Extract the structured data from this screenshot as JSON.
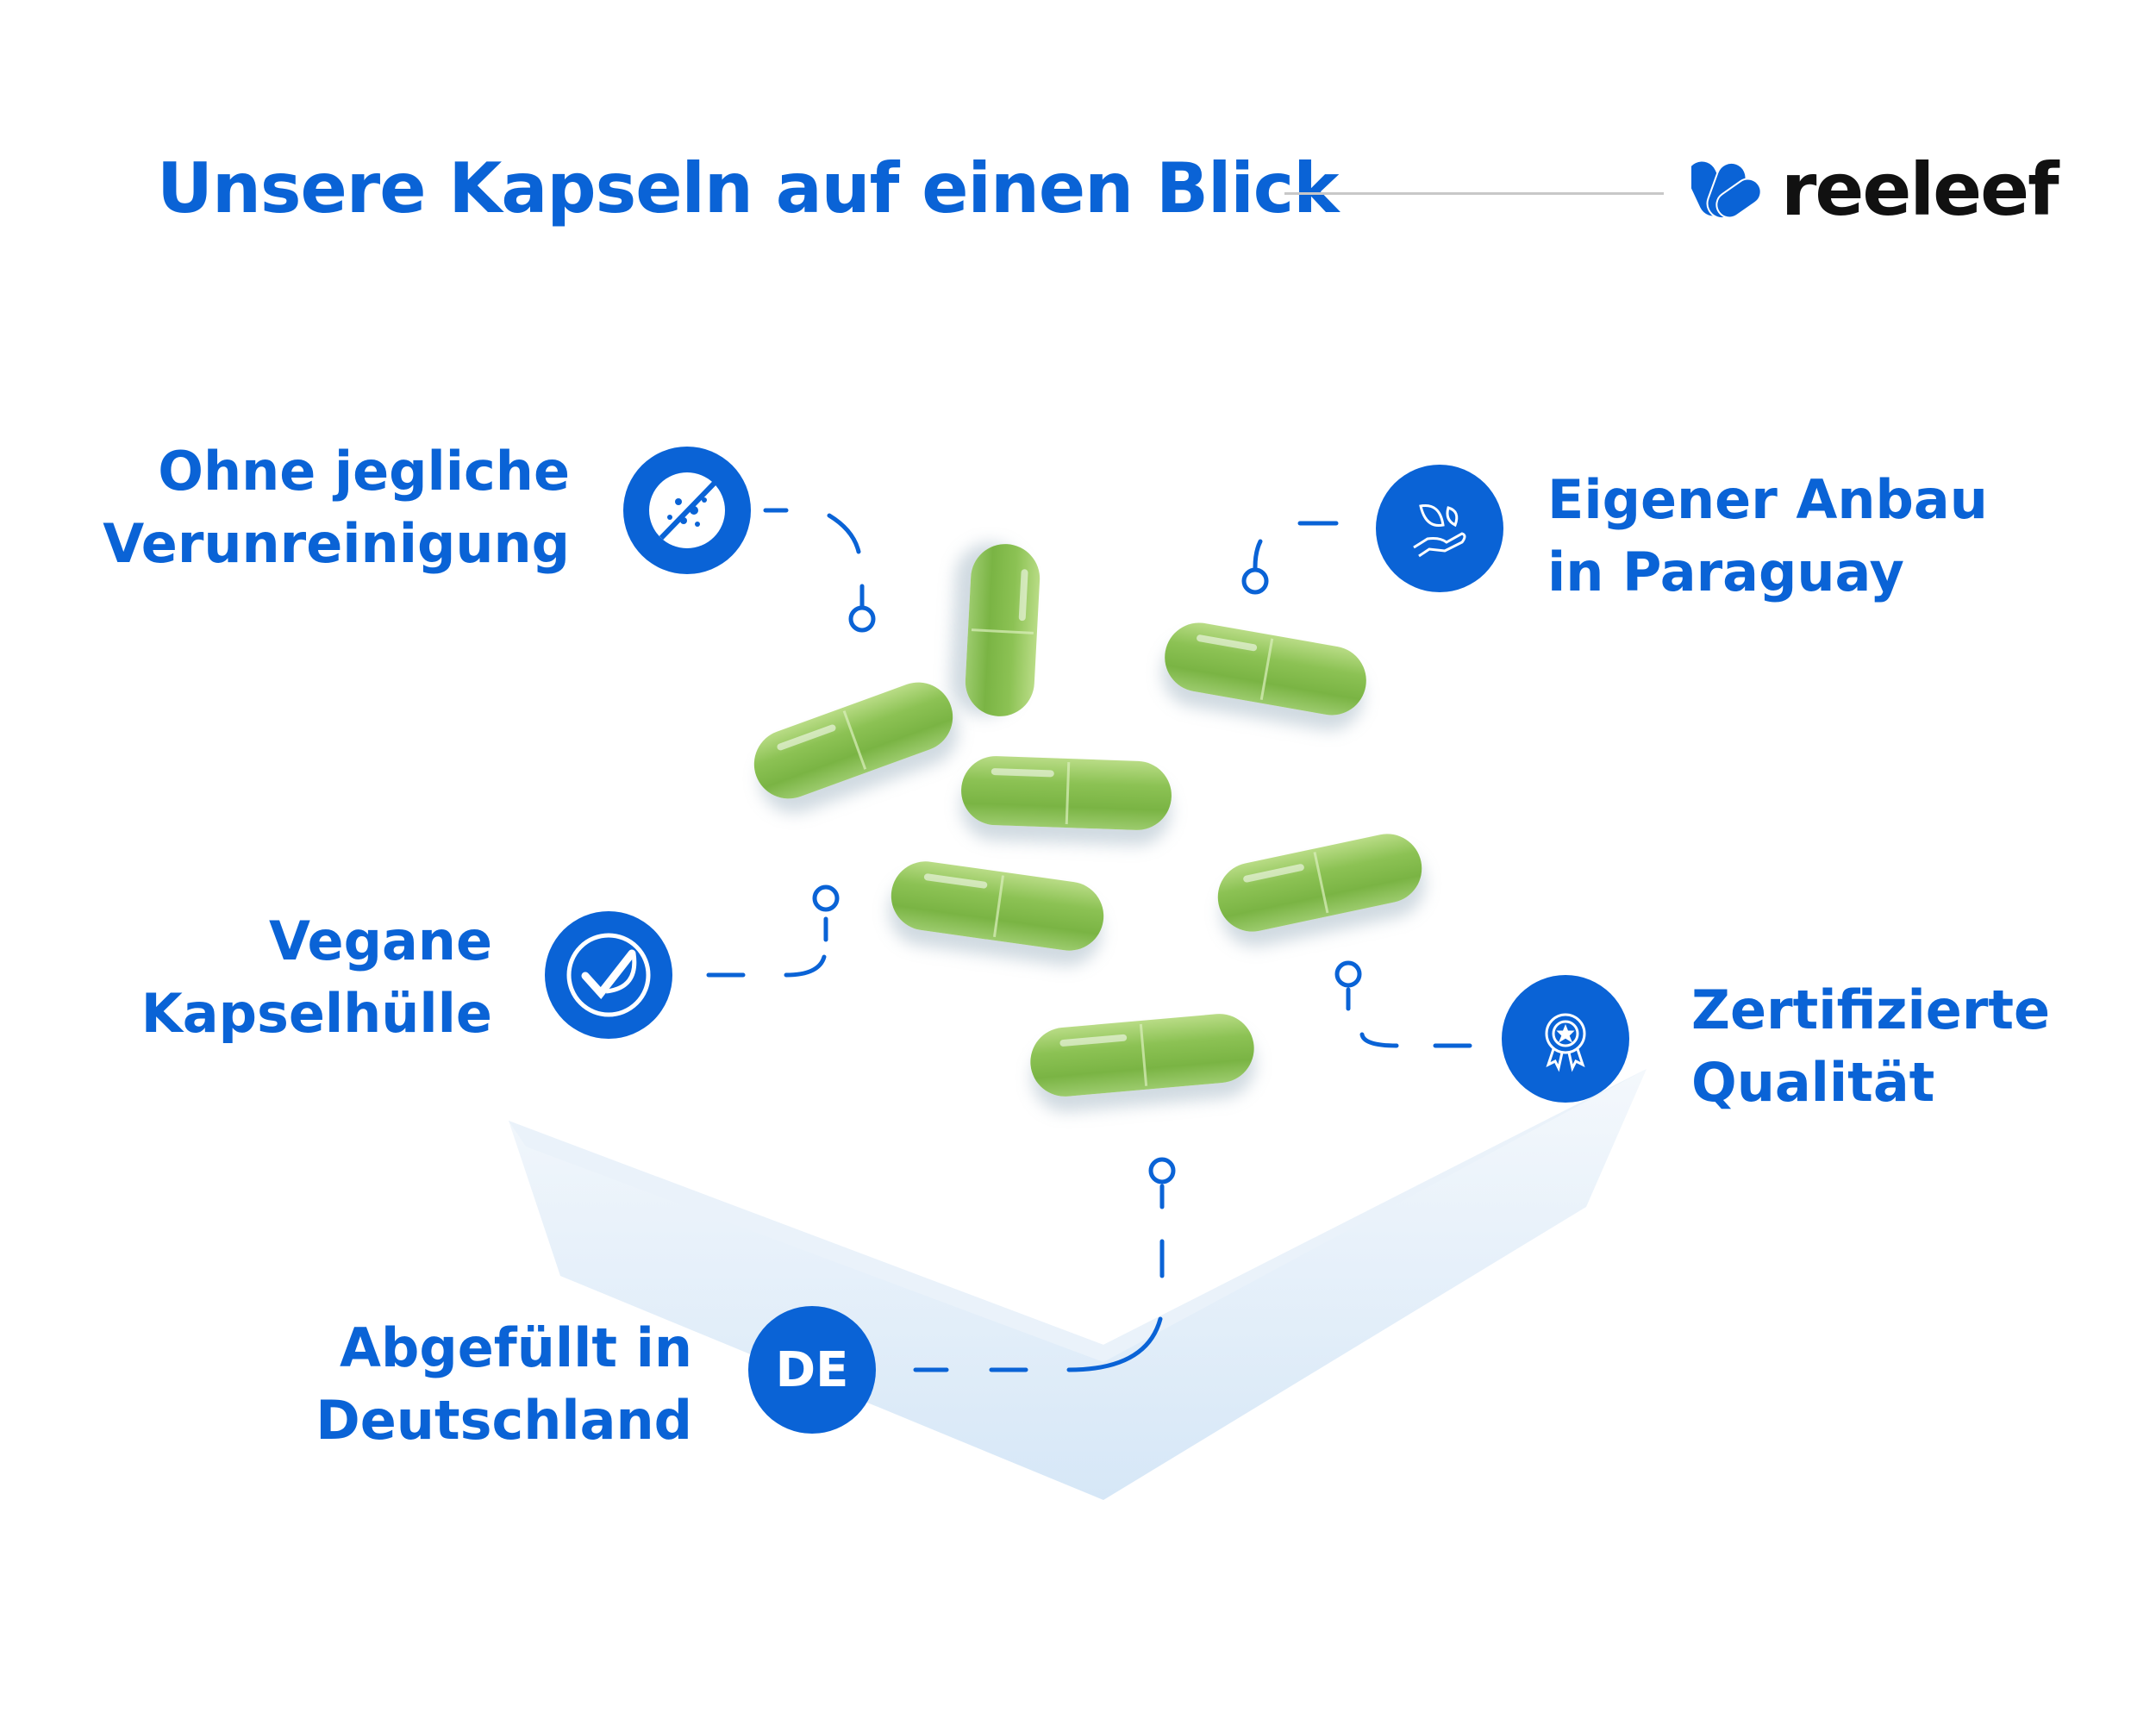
{
  "header": {
    "title": "Unsere Kapseln auf einen Blick",
    "brand": "reeleef"
  },
  "features": [
    {
      "line1": "Ohne jegliche",
      "line2": "Verunreinigung",
      "icon": "no-contaminants-icon"
    },
    {
      "line1": "Eigener Anbau",
      "line2": "in Paraguay",
      "icon": "hand-leaves-icon"
    },
    {
      "line1": "Vegane",
      "line2": "Kapselhülle",
      "icon": "vegan-leaf-check-icon"
    },
    {
      "line1": "Zertifizierte",
      "line2": "Qualität",
      "icon": "award-badge-icon"
    },
    {
      "line1": "Abgefüllt in",
      "line2": "Deutschland",
      "icon": "de-badge",
      "badge": "DE"
    }
  ],
  "colors": {
    "accent": "#0a63d6",
    "capsule": "#8cc254"
  }
}
